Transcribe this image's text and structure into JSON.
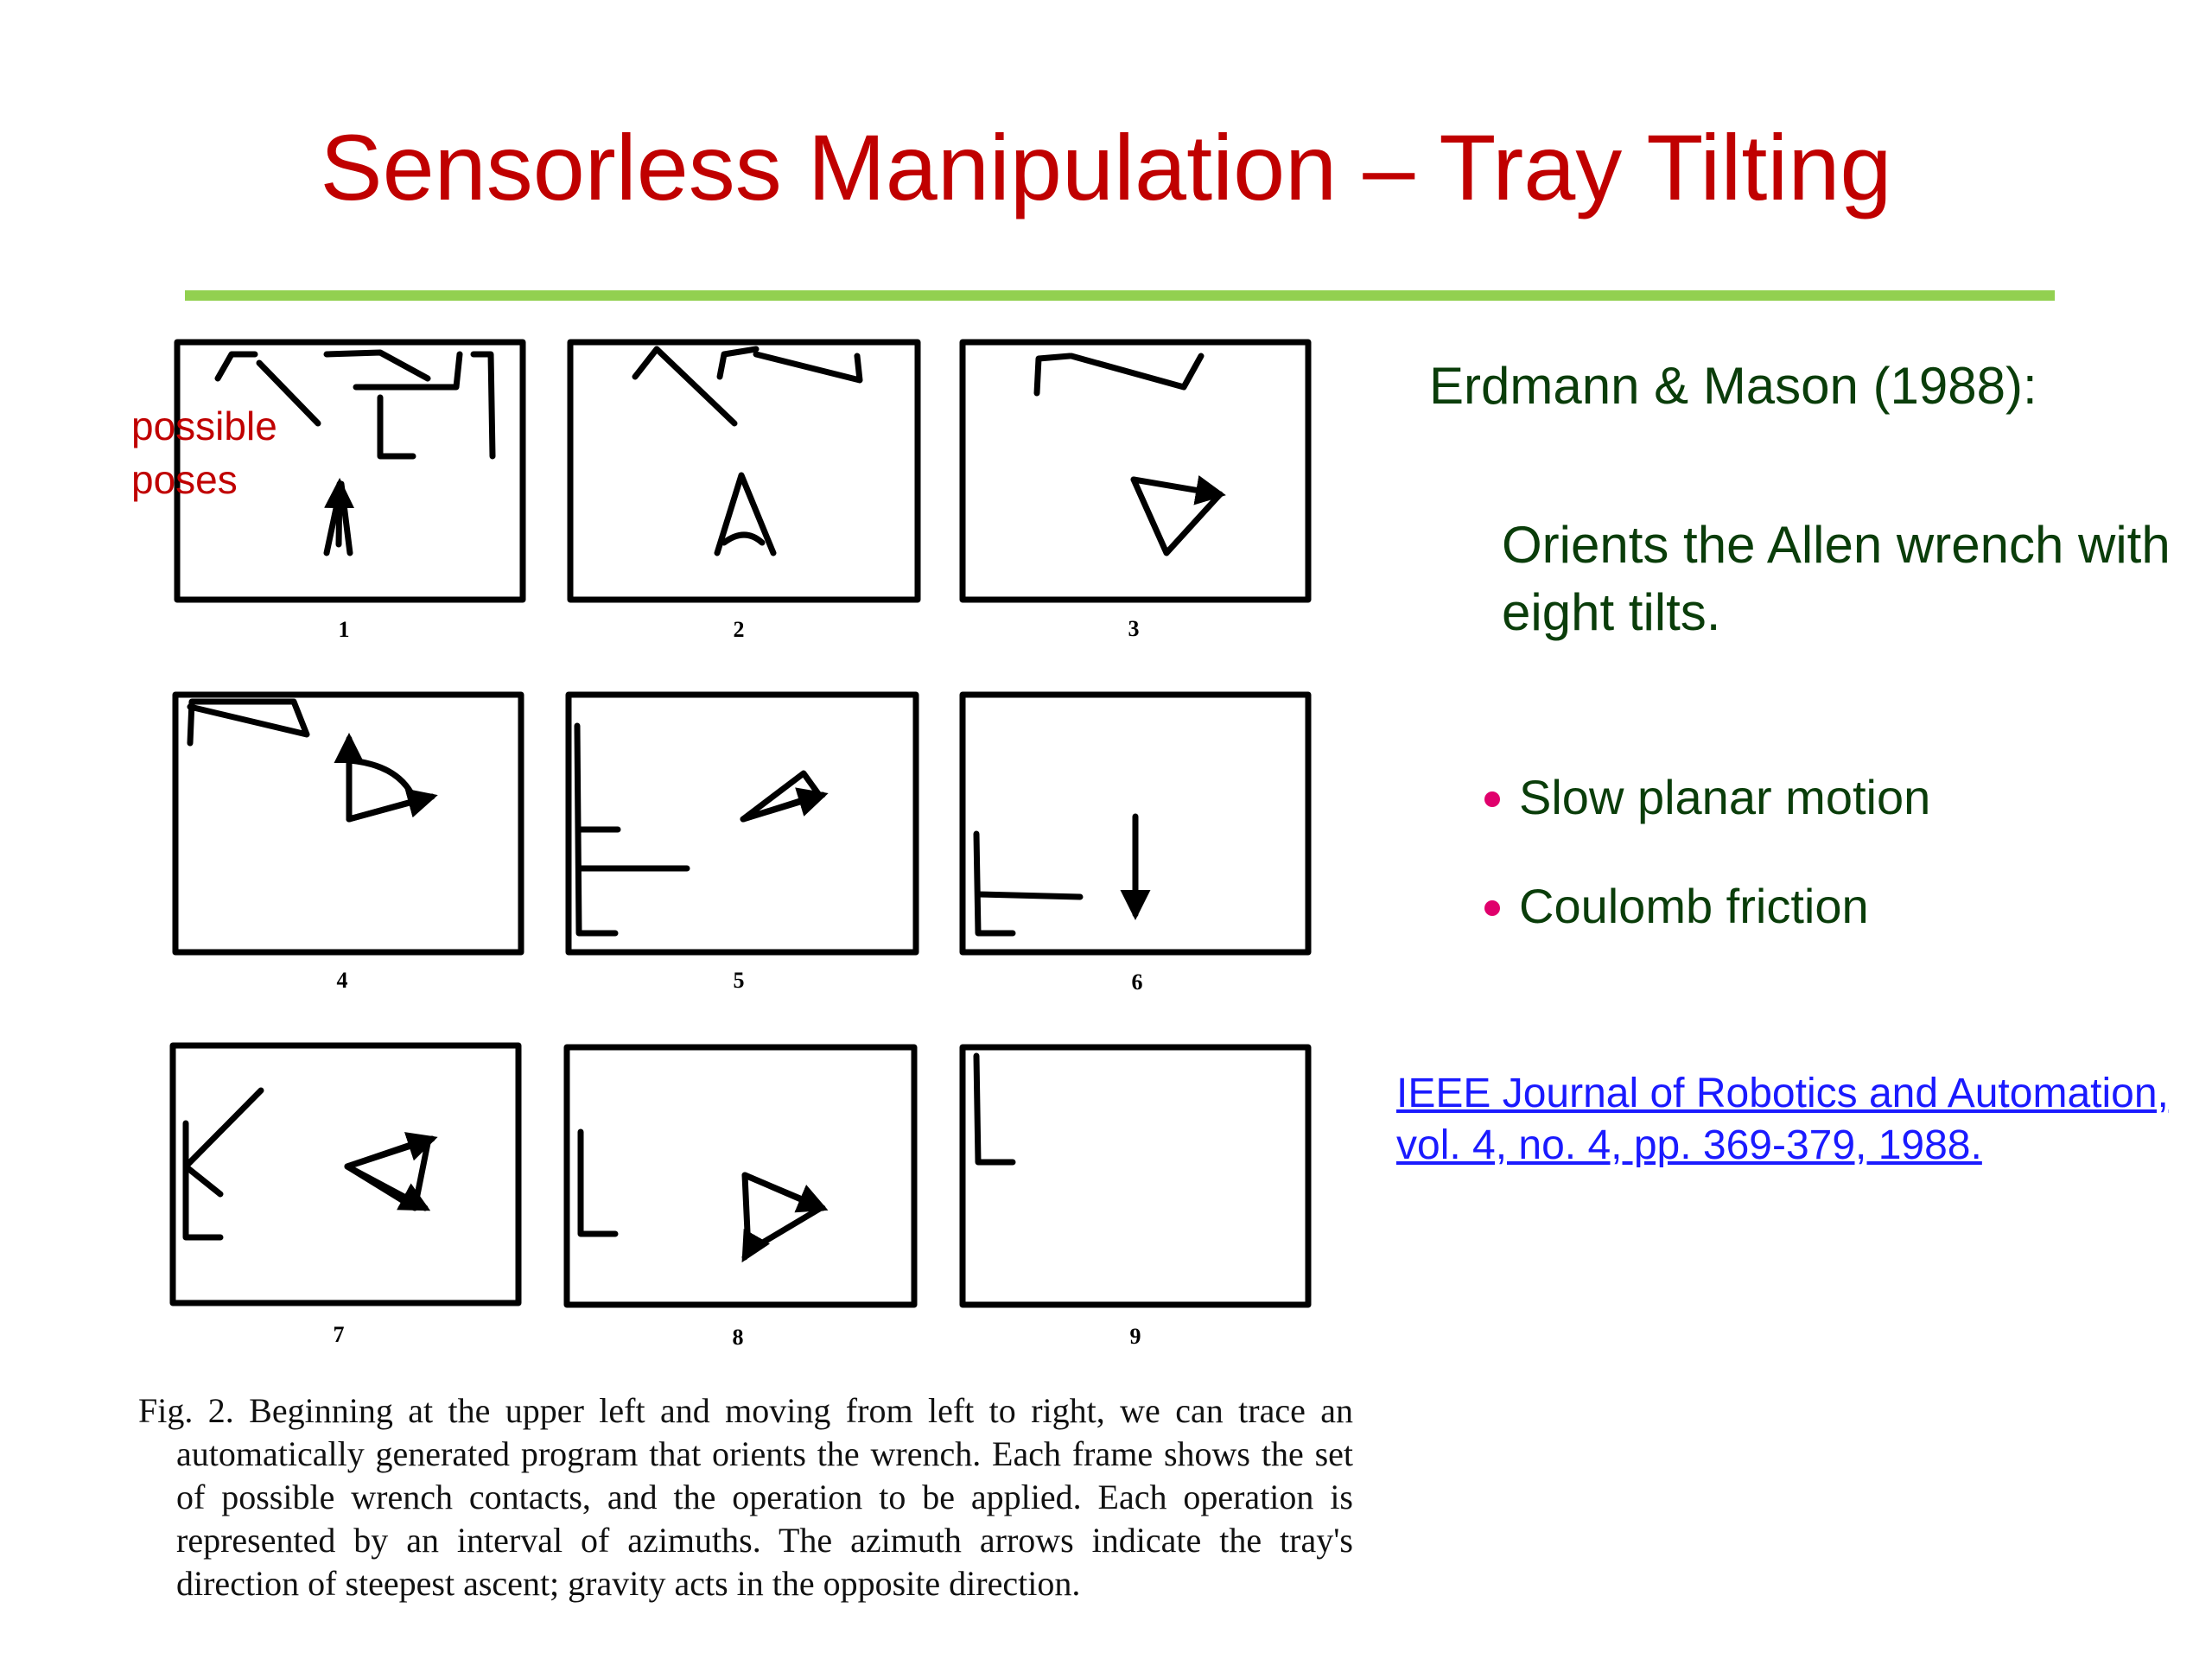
{
  "slide": {
    "title": "Sensorless Manipulation – Tray Tilting",
    "annotation": [
      "possible",
      "poses"
    ],
    "heading": "Erdmann & Mason (1988):",
    "description": "Orients the Allen wrench with eight tilts.",
    "bullets": [
      "Slow planar motion",
      "Coulomb friction"
    ],
    "reference": [
      "IEEE Journal of Robotics and Automation,",
      "vol. 4, no. 4, pp. 369-379, 1988."
    ],
    "accent_color": "#92d050",
    "title_color": "#c00000"
  },
  "figure": {
    "frame_labels": [
      "1",
      "2",
      "3",
      "4",
      "5",
      "6",
      "7",
      "8",
      "9"
    ],
    "caption": "Fig. 2.   Beginning at the upper left and moving from left to right, we can trace an automatically generated program that orients the wrench. Each frame shows the set of possible wrench contacts, and the operation to be applied. Each operation is represented by an interval of azimuths. The azimuth arrows indicate the tray's direction of steepest ascent; gravity acts in the opposite direction."
  }
}
